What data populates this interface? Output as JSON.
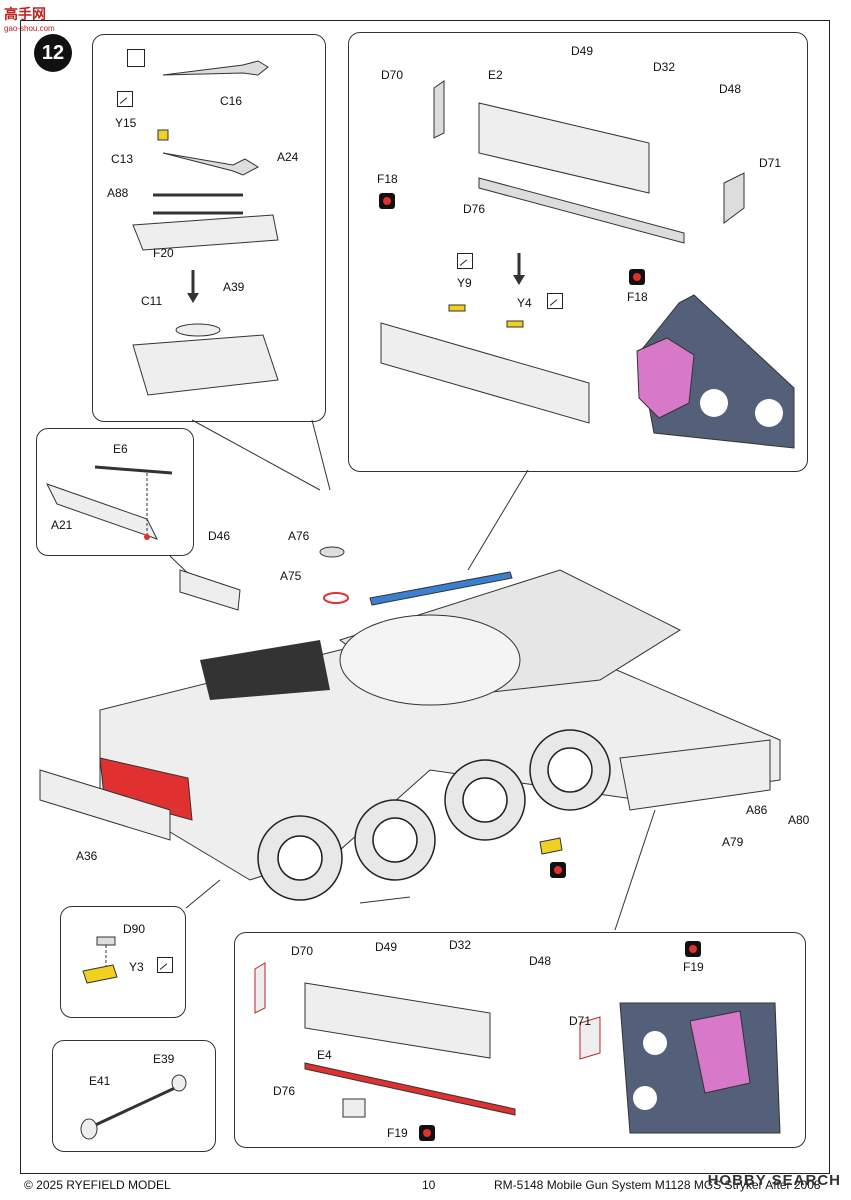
{
  "watermark": {
    "top_text": "高手网",
    "top_sub": "gao-shou.com",
    "bottom_text": "HOBBY SEARCH"
  },
  "step": "12",
  "box1": {
    "labels": [
      "C16",
      "Y15",
      "C13",
      "A24",
      "A88",
      "F20",
      "C11",
      "A39"
    ]
  },
  "box2": {
    "labels": [
      "D49",
      "D70",
      "E2",
      "D32",
      "D48",
      "F18",
      "D71",
      "D76",
      "Y9",
      "Y4",
      "F18"
    ]
  },
  "box3": {
    "labels": [
      "E6",
      "A21"
    ]
  },
  "main": {
    "labels": [
      "D46",
      "A76",
      "A75",
      "A36",
      "A86",
      "A80",
      "A79"
    ]
  },
  "box4": {
    "labels": [
      "D90",
      "Y3"
    ]
  },
  "box5": {
    "labels": [
      "E39",
      "E41"
    ]
  },
  "box6": {
    "labels": [
      "D70",
      "D49",
      "D32",
      "D48",
      "F19",
      "D71",
      "E4",
      "D76",
      "F19"
    ]
  },
  "footer": {
    "copyright": "© 2025 RYEFIELD MODEL",
    "page": "10",
    "title": "RM-5148 Mobile Gun System M1128 MGS Stryker After 2008"
  },
  "colors": {
    "highlight_red": "#e03030",
    "highlight_blue": "#3a7fd0",
    "pink_part": "#d878c8",
    "yellow_part": "#f0d020"
  }
}
